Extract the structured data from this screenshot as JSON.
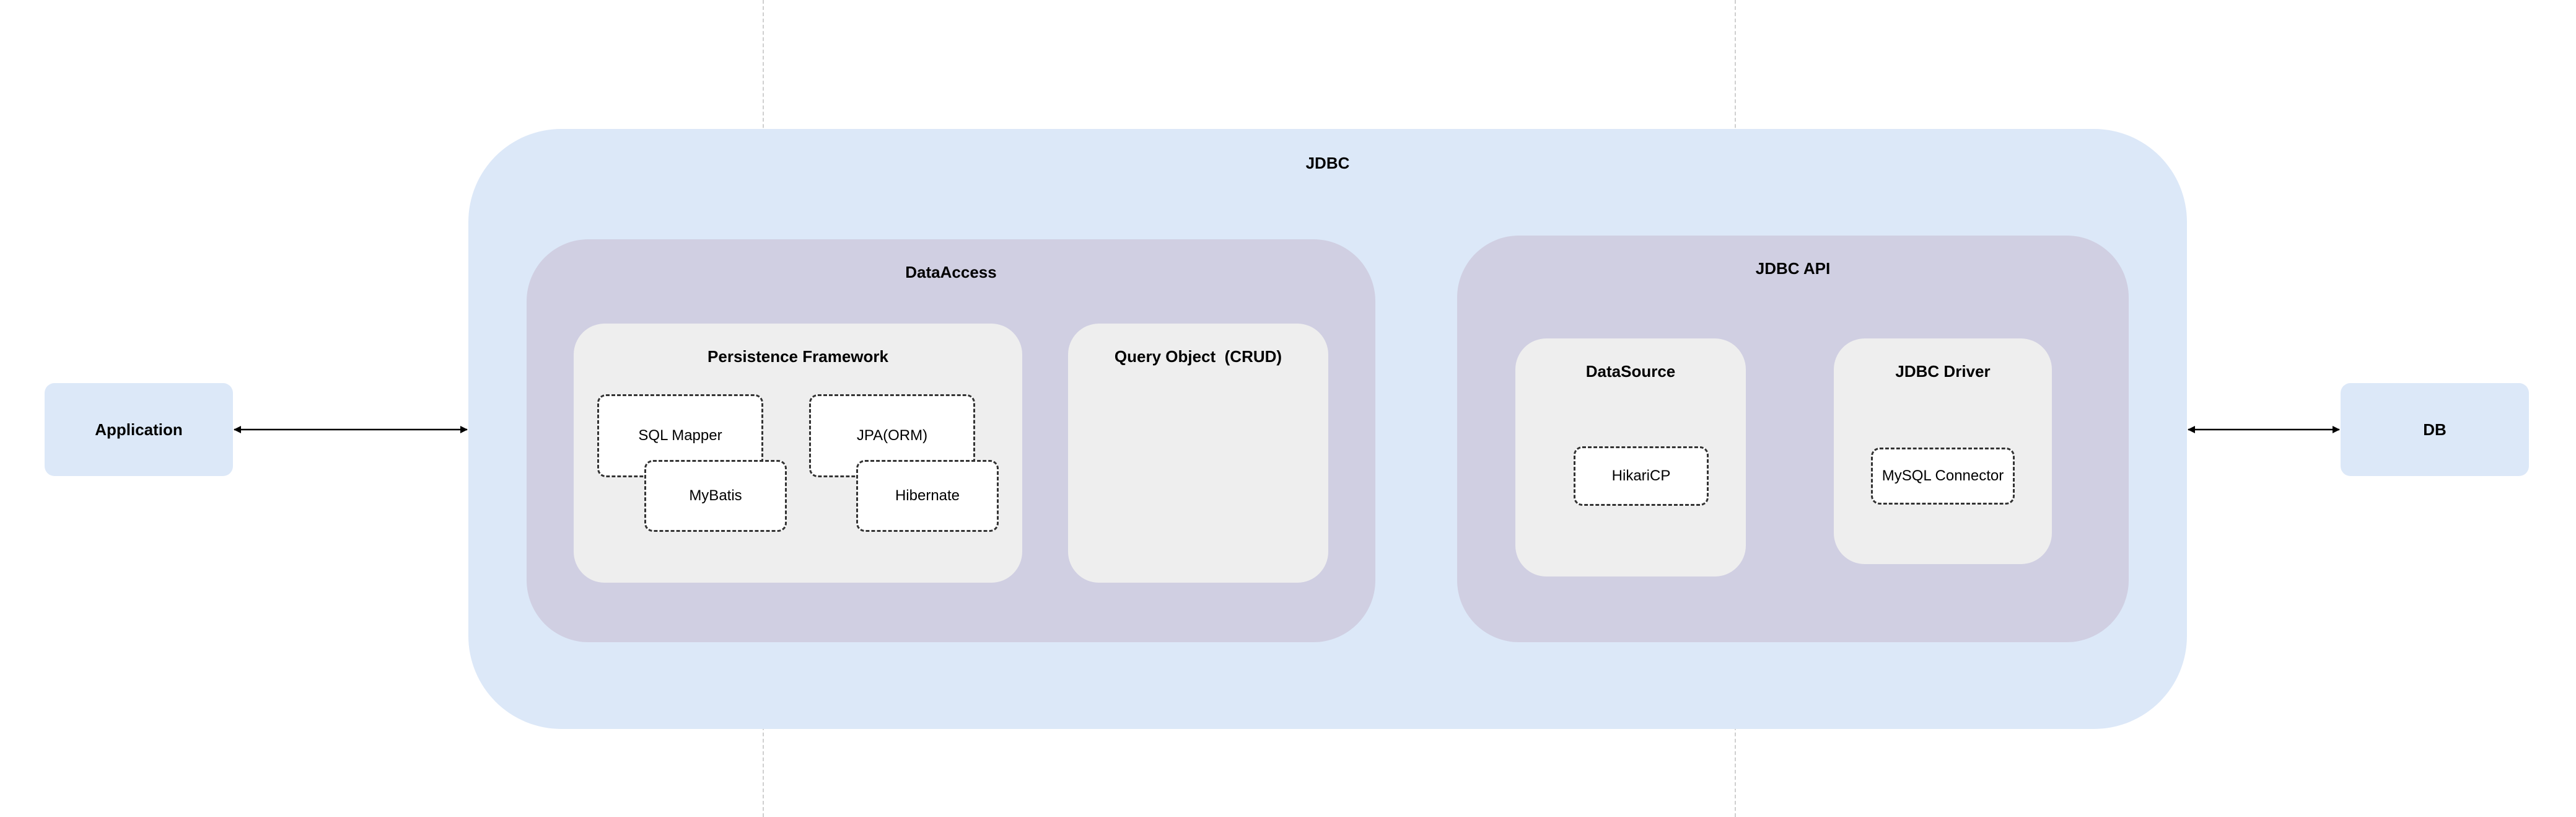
{
  "colors": {
    "outer_fill": "#dce8f8",
    "group_fill": "#d0cfe2",
    "inner_fill": "#eeeeee",
    "dashed_border": "#333333",
    "guide_line": "#cfcfcf",
    "arrow": "#000000"
  },
  "application": {
    "label": "Application"
  },
  "db": {
    "label": "DB"
  },
  "jdbc": {
    "label": "JDBC",
    "data_access": {
      "label": "DataAccess",
      "persistence_framework": {
        "label": "Persistence Framework",
        "sql_mapper": "SQL Mapper",
        "mybatis": "MyBatis",
        "jpa": "JPA(ORM)",
        "hibernate": "Hibernate"
      },
      "query_object": {
        "label": "Query Object  (CRUD)"
      }
    },
    "jdbc_api": {
      "label": "JDBC API",
      "datasource": {
        "label": "DataSource",
        "impl": "HikariCP"
      },
      "driver": {
        "label": "JDBC Driver",
        "impl": "MySQL Connector"
      }
    }
  }
}
